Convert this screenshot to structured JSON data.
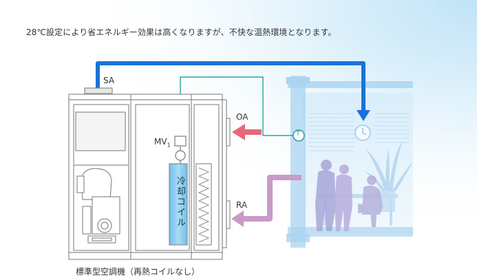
{
  "caption": "28℃設定により省エネルギー効果は高くなりますが、不快な温熱環境となります。",
  "labels": {
    "sa": "SA",
    "oa": "OA",
    "ra": "RA",
    "mv_main": "MV",
    "mv_sub": "1",
    "sensor": "T",
    "coil": "冷却コイル"
  },
  "unit_name": "標準型空調機（再熱コイルなし）",
  "colors": {
    "supply_duct": "#1a73d9",
    "oa_arrow": "#e8677a",
    "ra_arrow": "#c99ac8",
    "control_line": "#2aa59a",
    "coil": "#7ec9ee",
    "building": "#a9d3f0"
  }
}
